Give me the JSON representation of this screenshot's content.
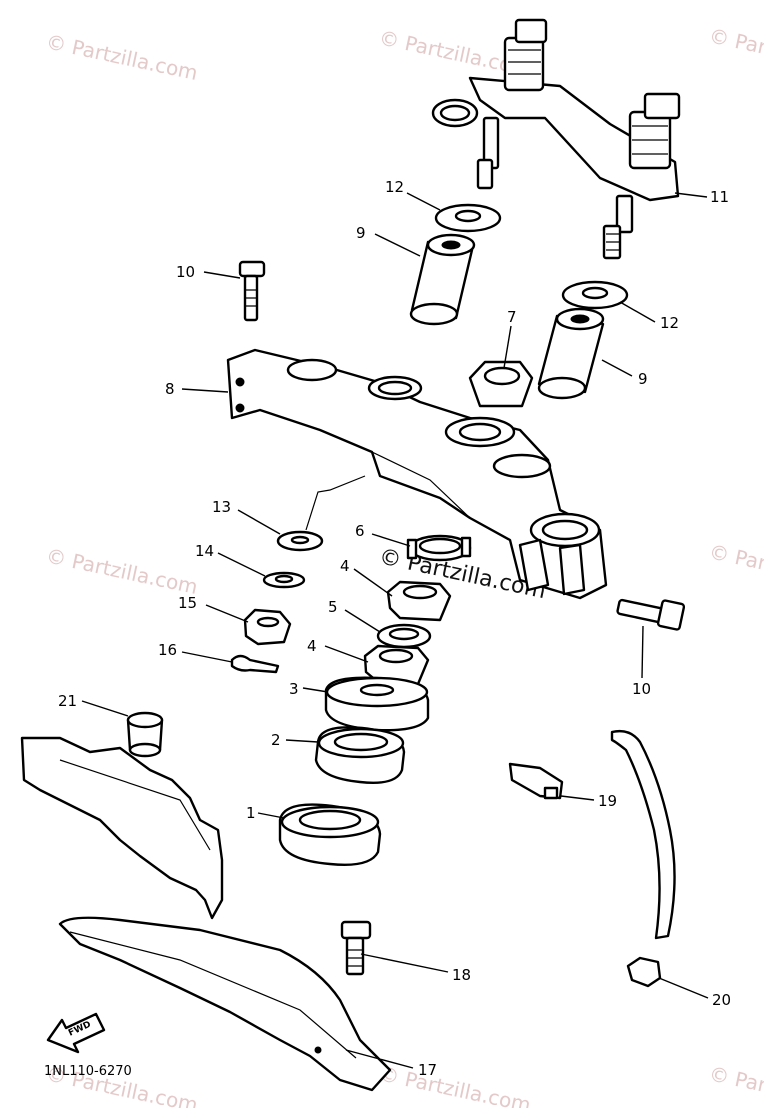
{
  "watermark": {
    "text": "© Partzilla.com",
    "center_text": "© Partzilla.com"
  },
  "diagram_code": "1NL110-6270",
  "fwd_label": "FWD",
  "callouts": [
    {
      "id": "c11",
      "label": "11"
    },
    {
      "id": "c12a",
      "label": "12"
    },
    {
      "id": "c9a",
      "label": "9"
    },
    {
      "id": "c10a",
      "label": "10"
    },
    {
      "id": "c12b",
      "label": "12"
    },
    {
      "id": "c7",
      "label": "7"
    },
    {
      "id": "c9b",
      "label": "9"
    },
    {
      "id": "c8",
      "label": "8"
    },
    {
      "id": "c13",
      "label": "13"
    },
    {
      "id": "c6",
      "label": "6"
    },
    {
      "id": "c14",
      "label": "14"
    },
    {
      "id": "c4a",
      "label": "4"
    },
    {
      "id": "c15",
      "label": "15"
    },
    {
      "id": "c5",
      "label": "5"
    },
    {
      "id": "c10b",
      "label": "10"
    },
    {
      "id": "c16",
      "label": "16"
    },
    {
      "id": "c4b",
      "label": "4"
    },
    {
      "id": "c21",
      "label": "21"
    },
    {
      "id": "c3",
      "label": "3"
    },
    {
      "id": "c2",
      "label": "2"
    },
    {
      "id": "c19",
      "label": "19"
    },
    {
      "id": "c1",
      "label": "1"
    },
    {
      "id": "c18",
      "label": "18"
    },
    {
      "id": "c20",
      "label": "20"
    },
    {
      "id": "c17",
      "label": "17"
    }
  ]
}
